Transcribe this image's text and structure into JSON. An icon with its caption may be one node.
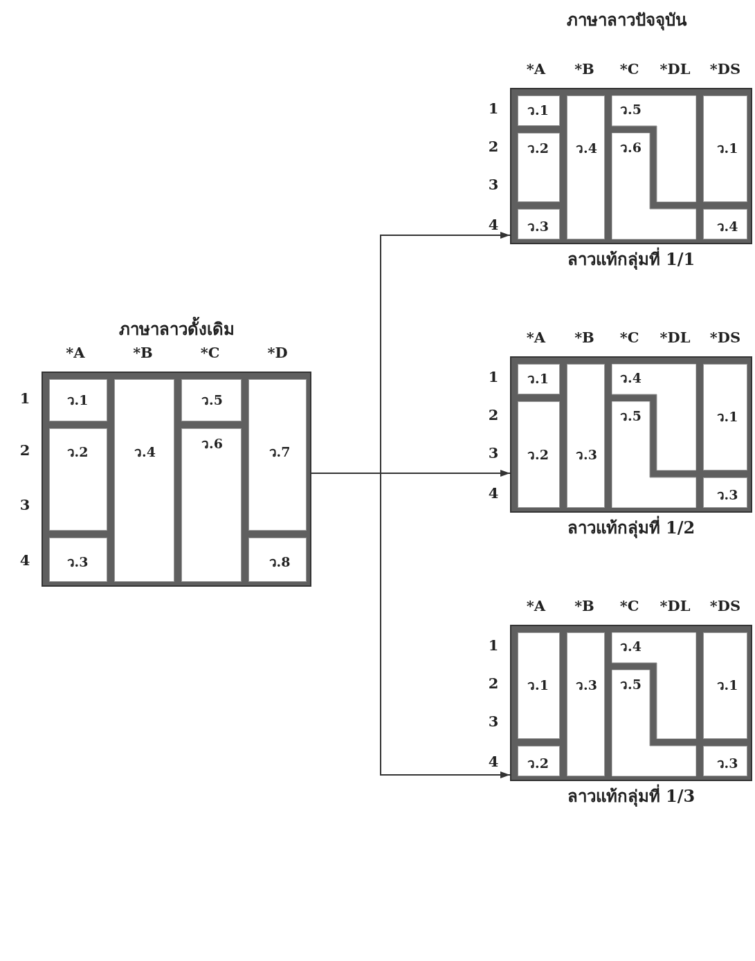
{
  "diagram": {
    "nodes": [
      {
        "text": [
          "ภาษาลาวดั้งเดิม"
        ]
      },
      {
        "text": [
          "ว.1"
        ],
        "in": 0
      },
      {
        "text": [
          "ว.2"
        ],
        "in": 0
      },
      {
        "text": [
          "ว.3"
        ],
        "in": 0
      },
      {
        "text": [
          "ว.4"
        ],
        "in": 0
      },
      {
        "text": [
          "ว.5"
        ],
        "in": 0
      },
      {
        "text": [
          "ว.6"
        ],
        "in": 0
      },
      {
        "text": [
          "ว.7"
        ],
        "in": 0
      },
      {
        "text": [
          "ว.8"
        ],
        "in": 0
      },
      {
        "text": [
          "ลาวแท้กลุ่มที่ 1/1"
        ]
      },
      {
        "text": [
          "ว.1"
        ],
        "in": 9
      },
      {
        "text": [
          "ว.2"
        ],
        "in": 9
      },
      {
        "text": [
          "ว.3"
        ],
        "in": 9
      },
      {
        "text": [
          "ว.4"
        ],
        "in": 9
      },
      {
        "text": [
          "ว.5"
        ],
        "in": 9
      },
      {
        "text": [
          "ว.6"
        ],
        "in": 9
      },
      {
        "text": [
          "ว.1"
        ],
        "in": 9
      },
      {
        "text": [
          "ว.4"
        ],
        "in": 9
      },
      {
        "text": [
          "ลาวแท้กลุ่มที่ 1/2"
        ]
      },
      {
        "text": [
          "ว.1"
        ],
        "in": 18
      },
      {
        "text": [
          "ว.2"
        ],
        "in": 18
      },
      {
        "text": [
          "ว.3"
        ],
        "in": 18
      },
      {
        "text": [
          "ว.4"
        ],
        "in": 18
      },
      {
        "text": [
          "ว.5"
        ],
        "in": 18
      },
      {
        "text": [
          "ว.1"
        ],
        "in": 18
      },
      {
        "text": [
          "ว.3"
        ],
        "in": 18
      },
      {
        "text": [
          "ลาวแท้กลุ่มที่ 1/3"
        ]
      },
      {
        "text": [
          "ว.1"
        ],
        "in": 26
      },
      {
        "text": [
          "ว.2"
        ],
        "in": 26
      },
      {
        "text": [
          "ว.3"
        ],
        "in": 26
      },
      {
        "text": [
          "ว.4"
        ],
        "in": 26
      },
      {
        "text": [
          "ว.5"
        ],
        "in": 26
      },
      {
        "text": [
          "ว.1"
        ],
        "in": 26
      },
      {
        "text": [
          "ว.3"
        ],
        "in": 26
      }
    ],
    "edges": [
      {
        "from": 0,
        "to": 9,
        "arrow": "to"
      },
      {
        "from": 0,
        "to": 18,
        "arrow": "to"
      },
      {
        "from": 0,
        "to": 26,
        "arrow": "to"
      }
    ],
    "labels": [
      "ภาษาลาวปัจจุบัน",
      "*A",
      "*B",
      "*C",
      "*DL",
      "*DS",
      "1",
      "2",
      "3",
      "4",
      "*A",
      "*B",
      "*C",
      "*D",
      "1",
      "2",
      "3",
      "4",
      "*A",
      "*B",
      "*C",
      "*DL",
      "*DS",
      "1",
      "2",
      "3",
      "4",
      "*A",
      "*B",
      "*C",
      "*DL",
      "*DS",
      "1",
      "2",
      "3",
      "4"
    ]
  }
}
